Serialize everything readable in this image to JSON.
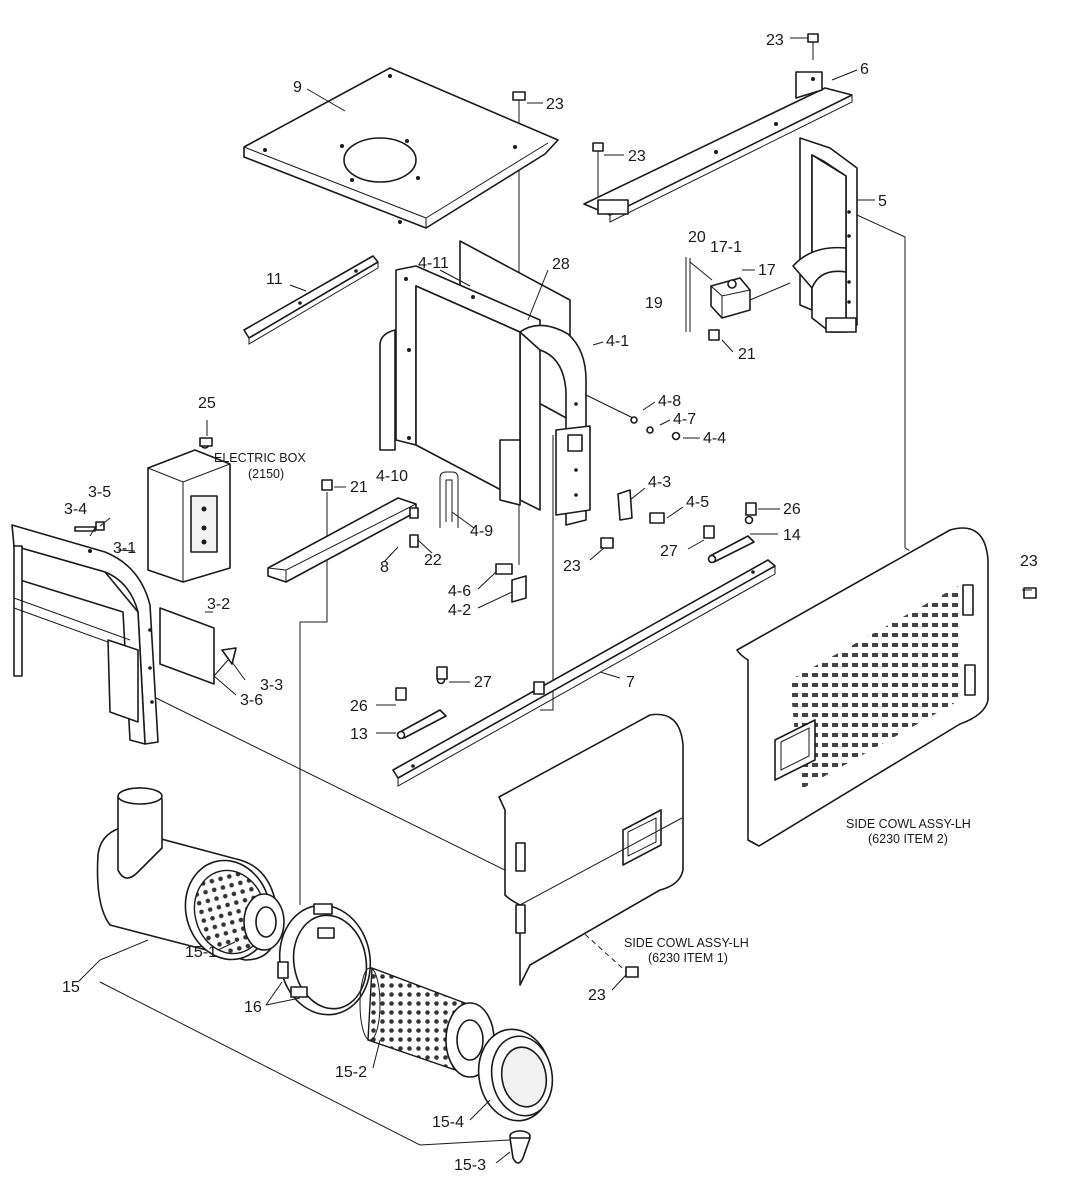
{
  "callouts": {
    "c9": "9",
    "c23a": "23",
    "c23b": "23",
    "c23c": "23",
    "c23d": "23",
    "c23e": "23",
    "c23f": "23",
    "c6": "6",
    "c5": "5",
    "c20": "20",
    "c17_1": "17-1",
    "c17": "17",
    "c19": "19",
    "c21a": "21",
    "c11": "11",
    "c4_11": "4-11",
    "c28": "28",
    "c4_1": "4-1",
    "c4_8": "4-8",
    "c4_7": "4-7",
    "c4_4": "4-4",
    "c25": "25",
    "c4_10": "4-10",
    "c21b": "21",
    "c4_9": "4-9",
    "c4_3": "4-3",
    "c4_5": "4-5",
    "c26a": "26",
    "c3_5": "3-5",
    "c3_4": "3-4",
    "c3_1": "3-1",
    "c8": "8",
    "c22": "22",
    "c27a": "27",
    "c14": "14",
    "c4_6": "4-6",
    "c4_2": "4-2",
    "c3_2": "3-2",
    "c3_3": "3-3",
    "c3_6": "3-6",
    "c7": "7",
    "c26b": "26",
    "c27b": "27",
    "c13": "13",
    "c15": "15",
    "c15_1": "15-1",
    "c16": "16",
    "c15_2": "15-2",
    "c15_4": "15-4",
    "c15_3": "15-3"
  },
  "notes": {
    "electric_box": "ELECTRIC BOX",
    "electric_box_ref": "(2150)",
    "cowl_rh": "SIDE COWL ASSY-LH",
    "cowl_rh_ref": "(6230 ITEM 2)",
    "cowl_lh": "SIDE COWL ASSY-LH",
    "cowl_lh_ref": "(6230 ITEM 1)"
  }
}
